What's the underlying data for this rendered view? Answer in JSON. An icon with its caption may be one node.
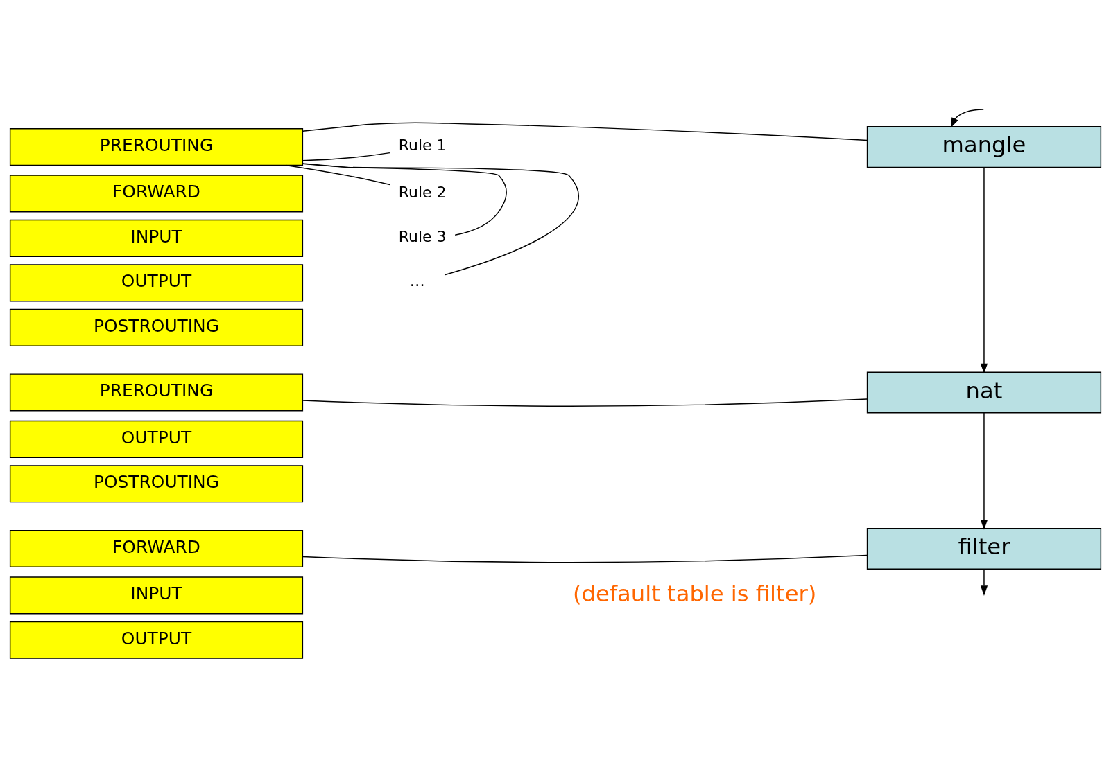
{
  "diagram": {
    "nodes": [
      {
        "text": [
          "mangle"
        ]
      },
      {
        "text": [
          "nat"
        ]
      },
      {
        "text": [
          "filter"
        ]
      },
      {
        "text": [
          "PREROUTING"
        ]
      },
      {
        "text": [
          "FORWARD"
        ]
      },
      {
        "text": [
          "INPUT"
        ]
      },
      {
        "text": [
          "OUTPUT"
        ]
      },
      {
        "text": [
          "POSTROUTING"
        ]
      },
      {
        "text": [
          "PREROUTING"
        ]
      },
      {
        "text": [
          "OUTPUT"
        ]
      },
      {
        "text": [
          "POSTROUTING"
        ]
      },
      {
        "text": [
          "FORWARD"
        ]
      },
      {
        "text": [
          "INPUT"
        ]
      },
      {
        "text": [
          "OUTPUT"
        ]
      },
      {
        "text": [
          "Rule 1"
        ]
      },
      {
        "text": [
          "Rule 2"
        ]
      },
      {
        "text": [
          "Rule 3"
        ]
      },
      {
        "text": [
          "…"
        ]
      }
    ],
    "edges": [
      {
        "from": null,
        "to": 0,
        "arrow": "to"
      },
      {
        "from": 0,
        "to": 1,
        "arrow": "to"
      },
      {
        "from": 1,
        "to": 2,
        "arrow": "to"
      },
      {
        "from": 2,
        "to": null,
        "arrow": "to"
      },
      {
        "from": 0,
        "to": 3,
        "arrow": "none"
      },
      {
        "from": 1,
        "to": 8,
        "arrow": "none"
      },
      {
        "from": 2,
        "to": 11,
        "arrow": "none"
      },
      {
        "from": 3,
        "to": 14,
        "arrow": "none"
      },
      {
        "from": 3,
        "to": 15,
        "arrow": "none"
      },
      {
        "from": 3,
        "to": 16,
        "arrow": "none"
      },
      {
        "from": 3,
        "to": 17,
        "arrow": "none"
      }
    ],
    "labels": [
      "(default table is filter)"
    ]
  }
}
